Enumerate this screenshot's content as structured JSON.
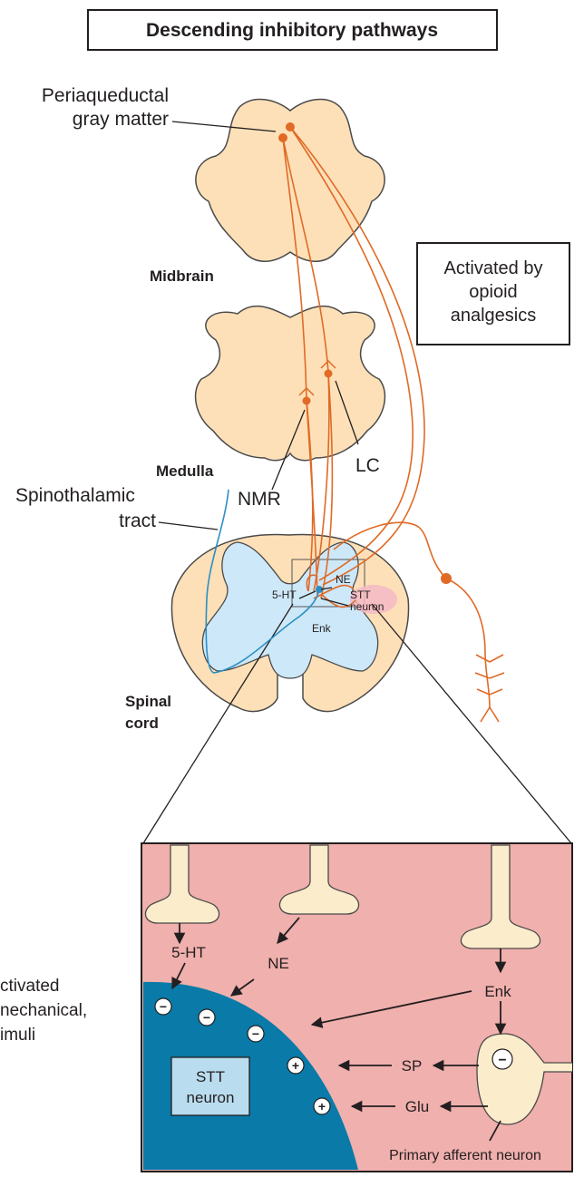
{
  "title": "Descending inhibitory pathways",
  "labels": {
    "pag_line1": "Periaqueductal",
    "pag_line2": "gray matter",
    "midbrain": "Midbrain",
    "medulla": "Medulla",
    "spinal_line1": "Spinal",
    "spinal_line2": "cord",
    "spinothalamic_line1": "Spinothalamic",
    "spinothalamic_line2": "tract",
    "nmr": "NMR",
    "lc": "LC"
  },
  "opioid_box": {
    "line1": "Activated by",
    "line2": "opioid",
    "line3": "analgesics"
  },
  "cord_labels": {
    "ht": "5-HT",
    "ne": "NE",
    "stt1": "STT",
    "stt2": "neuron",
    "enk": "Enk"
  },
  "left_cut_text": {
    "line1": "ctivated",
    "line2": "nechanical,",
    "line3": "imuli"
  },
  "inset": {
    "ht": "5-HT",
    "ne": "NE",
    "enk": "Enk",
    "sp": "SP",
    "glu": "Glu",
    "stt_line1": "STT",
    "stt_line2": "neuron",
    "primary": "Primary afferent neuron",
    "minus": "−",
    "plus": "+"
  },
  "colors": {
    "tissue": "#fde0b8",
    "tissue_stroke": "#4a4a4a",
    "gray_matter": "#cde8f8",
    "pathway": "#e06a26",
    "tract": "#2b8fc4",
    "inset_bg": "#f0b0ad",
    "stt_cell": "#0a7aa8",
    "stt_box": "#b9dcef",
    "terminal": "#fbeccb"
  }
}
